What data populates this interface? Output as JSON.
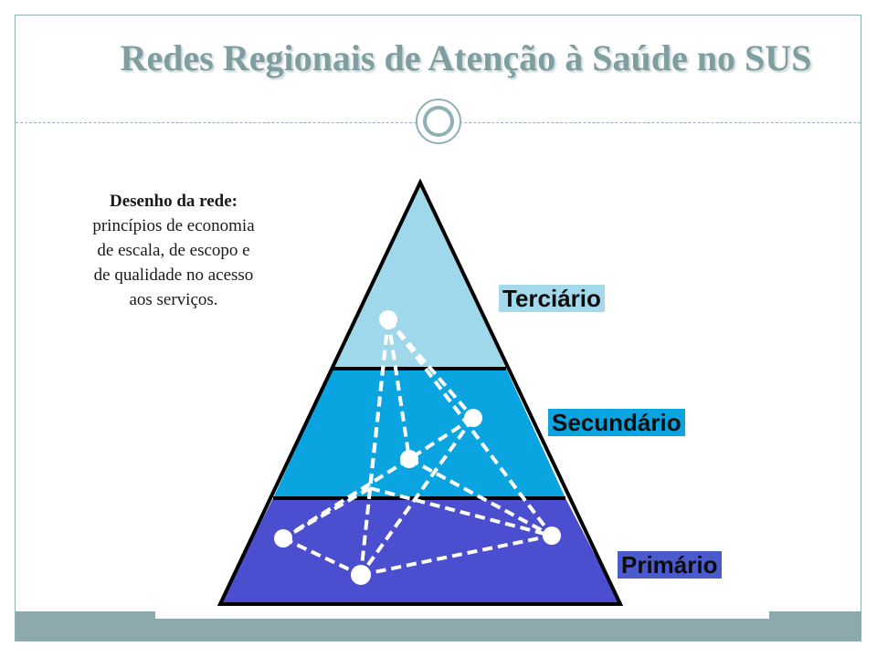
{
  "slide": {
    "title": "Redes Regionais de Atenção à Saúde no SUS"
  },
  "note": {
    "heading": "Desenho da rede:",
    "lines": [
      "princípios de economia",
      "de escala, de escopo e",
      "de qualidade no acesso",
      "aos serviços."
    ]
  },
  "levels": {
    "tertiary": "Terciário",
    "secondary": "Secundário",
    "primary": "Primário"
  },
  "colors": {
    "tertiary": "#9fd8ea",
    "secondary": "#0aa5e0",
    "primary": "#4b4fcf",
    "accent": "#8ea9ad"
  }
}
